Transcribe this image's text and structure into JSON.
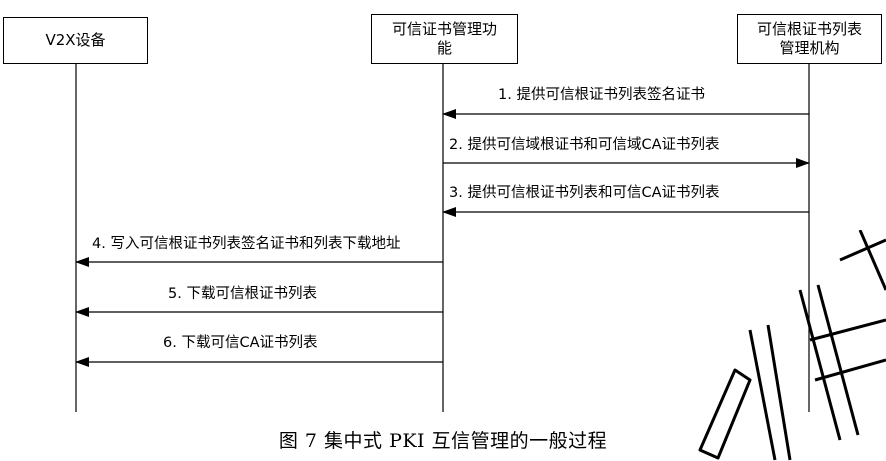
{
  "lifelines": [
    {
      "id": "v2x",
      "label": "V2X设备"
    },
    {
      "id": "tcm",
      "label": "可信证书管理功\n能"
    },
    {
      "id": "root",
      "label": "可信根证书列表\n管理机构"
    }
  ],
  "messages": [
    {
      "label": "1. 提供可信根证书列表签名证书",
      "from": "root",
      "to": "tcm"
    },
    {
      "label": "2. 提供可信域根证书和可信域CA证书列表",
      "from": "tcm",
      "to": "root"
    },
    {
      "label": "3. 提供可信根证书列表和可信CA证书列表",
      "from": "root",
      "to": "tcm"
    },
    {
      "label": "4. 写入可信根证书列表签名证书和列表下载地址",
      "from": "tcm",
      "to": "v2x"
    },
    {
      "label": "5. 下载可信根证书列表",
      "from": "tcm",
      "to": "v2x"
    },
    {
      "label": "6. 下载可信CA证书列表",
      "from": "tcm",
      "to": "v2x"
    }
  ],
  "caption": "图  7  集中式 PKI 互信管理的一般过程",
  "watermark": "联"
}
